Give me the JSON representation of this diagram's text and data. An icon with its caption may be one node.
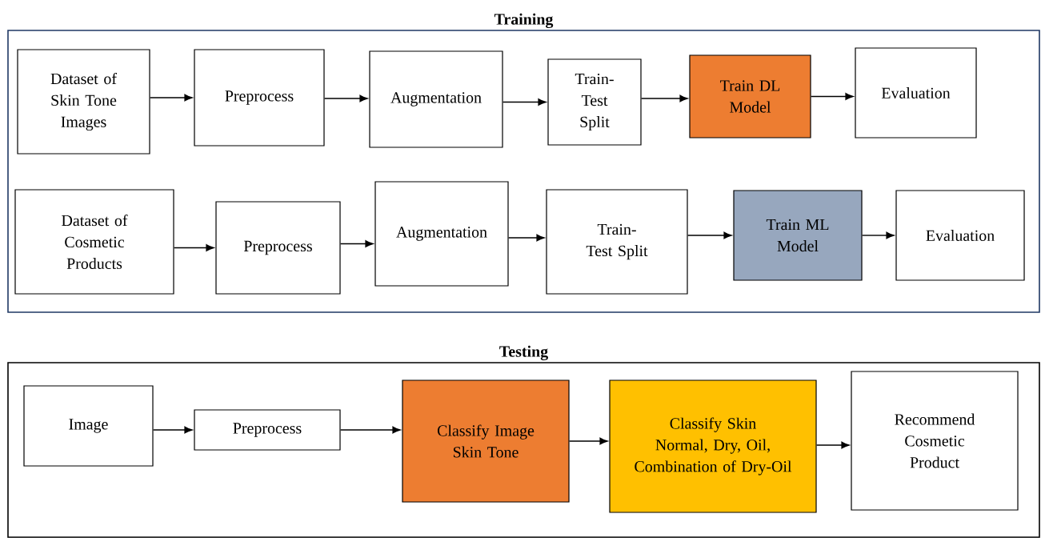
{
  "diagram": {
    "nodes": [
      {
        "text": [
          "Training"
        ]
      },
      {
        "text": [
          "Dataset of Skin Tone Images"
        ],
        "in": 0
      },
      {
        "text": [
          "Preprocess"
        ],
        "in": 0
      },
      {
        "text": [
          "Augmentation"
        ],
        "in": 0
      },
      {
        "text": [
          "Train-Test Split"
        ],
        "in": 0
      },
      {
        "text": [
          "Train DL Model"
        ],
        "in": 0
      },
      {
        "text": [
          "Evaluation"
        ],
        "in": 0
      },
      {
        "text": [
          "Dataset of Cosmetic Products"
        ],
        "in": 0
      },
      {
        "text": [
          "Preprocess"
        ],
        "in": 0
      },
      {
        "text": [
          "Augmentation"
        ],
        "in": 0
      },
      {
        "text": [
          "Train-Test Split"
        ],
        "in": 0
      },
      {
        "text": [
          "Train ML Model"
        ],
        "in": 0
      },
      {
        "text": [
          "Evaluation"
        ],
        "in": 0
      },
      {
        "text": [
          "Testing"
        ]
      },
      {
        "text": [
          "Image"
        ],
        "in": 13
      },
      {
        "text": [
          "Preprocess"
        ],
        "in": 13
      },
      {
        "text": [
          "Classify Image Skin Tone"
        ],
        "in": 13
      },
      {
        "text": [
          "Classify Skin Normal, Dry, Oil, Combination of Dry-Oil"
        ],
        "in": 13
      },
      {
        "text": [
          "Recommend Cosmetic Product"
        ],
        "in": 13
      }
    ],
    "edges": [
      {
        "from": 1,
        "to": 2,
        "arrow": "to"
      },
      {
        "from": 2,
        "to": 3,
        "arrow": "to"
      },
      {
        "from": 3,
        "to": 4,
        "arrow": "to"
      },
      {
        "from": 4,
        "to": 5,
        "arrow": "to"
      },
      {
        "from": 5,
        "to": 6,
        "arrow": "to"
      },
      {
        "from": 7,
        "to": 8,
        "arrow": "to"
      },
      {
        "from": 8,
        "to": 9,
        "arrow": "to"
      },
      {
        "from": 9,
        "to": 10,
        "arrow": "to"
      },
      {
        "from": 10,
        "to": 11,
        "arrow": "to"
      },
      {
        "from": 11,
        "to": 12,
        "arrow": "to"
      },
      {
        "from": 14,
        "to": 15,
        "arrow": "to"
      },
      {
        "from": 15,
        "to": 16,
        "arrow": "to"
      },
      {
        "from": 16,
        "to": 17,
        "arrow": "to"
      },
      {
        "from": 17,
        "to": 18,
        "arrow": "to"
      }
    ]
  }
}
